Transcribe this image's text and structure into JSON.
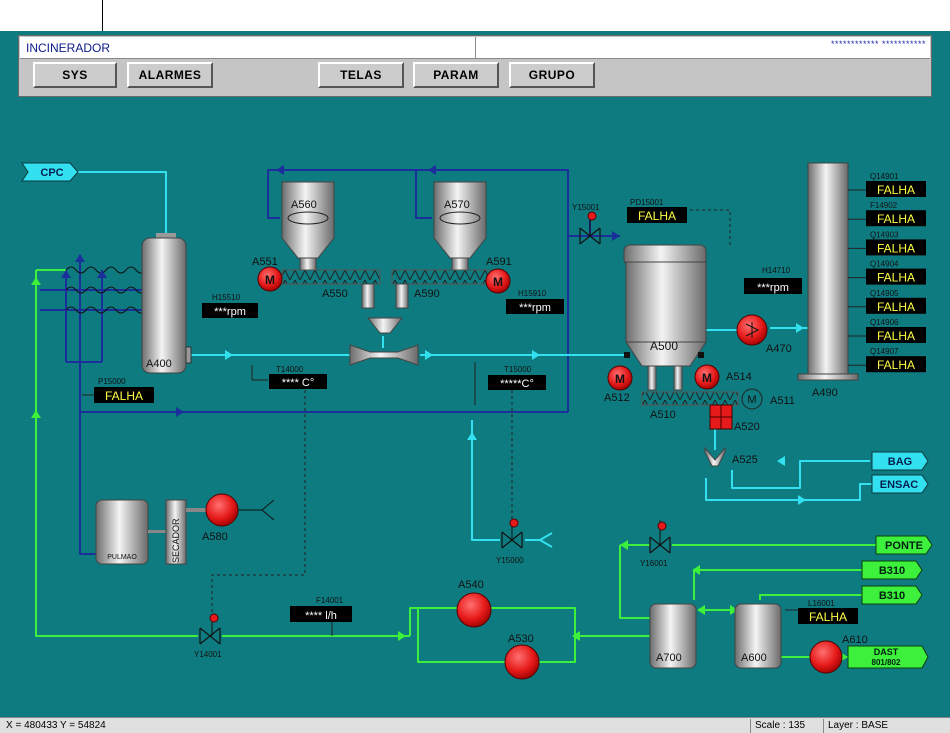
{
  "window": {
    "title": "INCINERADOR",
    "stars": "************  ***********"
  },
  "toolbar": {
    "buttons": [
      "SYS",
      "ALARMES",
      "TELAS",
      "PARAM",
      "GRUPO"
    ]
  },
  "terminals": {
    "cpc": "CPC",
    "bag": "BAG",
    "ensac": "ENSAC",
    "ponte": "PONTE",
    "b310a": "B310",
    "b310b": "B310",
    "dast1": "DAST",
    "dast2": "801/802"
  },
  "equipment": {
    "a560": "A560",
    "a570": "A570",
    "a551": "A551",
    "a550": "A550",
    "a590": "A590",
    "a591": "A591",
    "a400": "A400",
    "a500": "A500",
    "a512": "A512",
    "a514": "A514",
    "a510": "A510",
    "a511": "A511",
    "a520": "A520",
    "a525": "A525",
    "a470": "A470",
    "a490": "A490",
    "a580": "A580",
    "a540": "A540",
    "a530": "A530",
    "a700": "A700",
    "a600": "A600",
    "a610": "A610",
    "pulmao": "PULMAO",
    "secador": "SECADOR",
    "y15001": "Y15001",
    "y15000": "Y15000",
    "y16001": "Y16001",
    "y14001": "Y14001"
  },
  "motor_symbol": "M",
  "instruments": {
    "h15510": {
      "tag": "H15510",
      "value": "***rpm"
    },
    "h15910": {
      "tag": "H15910",
      "value": "***rpm"
    },
    "t14000": {
      "tag": "T14000",
      "value": "**** C°"
    },
    "t15000": {
      "tag": "T15000",
      "value": "*****C°"
    },
    "p15000": {
      "tag": "P15000",
      "value": "FALHA"
    },
    "pd15001": {
      "tag": "PD15001",
      "value": "FALHA"
    },
    "h14710": {
      "tag": "H14710",
      "value": "***rpm"
    },
    "f14001": {
      "tag": "F14001",
      "value": "**** l/h"
    },
    "l16001": {
      "tag": "L16001",
      "value": "FALHA"
    }
  },
  "stack_alarms": [
    {
      "tag": "Q14901",
      "value": "FALHA"
    },
    {
      "tag": "F14902",
      "value": "FALHA"
    },
    {
      "tag": "Q14903",
      "value": "FALHA"
    },
    {
      "tag": "Q14904",
      "value": "FALHA"
    },
    {
      "tag": "Q14905",
      "value": "FALHA"
    },
    {
      "tag": "Q14906",
      "value": "FALHA"
    },
    {
      "tag": "Q14907",
      "value": "FALHA"
    }
  ],
  "status": {
    "coords": "X = 480433  Y = 54824",
    "scale": "Scale :  135",
    "layer": "Layer :  BASE"
  },
  "colors": {
    "background": "#0d7b80",
    "cyan_line": "#33e0f0",
    "blue_line": "#1a2f9a",
    "green_line": "#3cf03c",
    "alarm_text": "#ffff44",
    "motor_red": "#e61a1a"
  }
}
